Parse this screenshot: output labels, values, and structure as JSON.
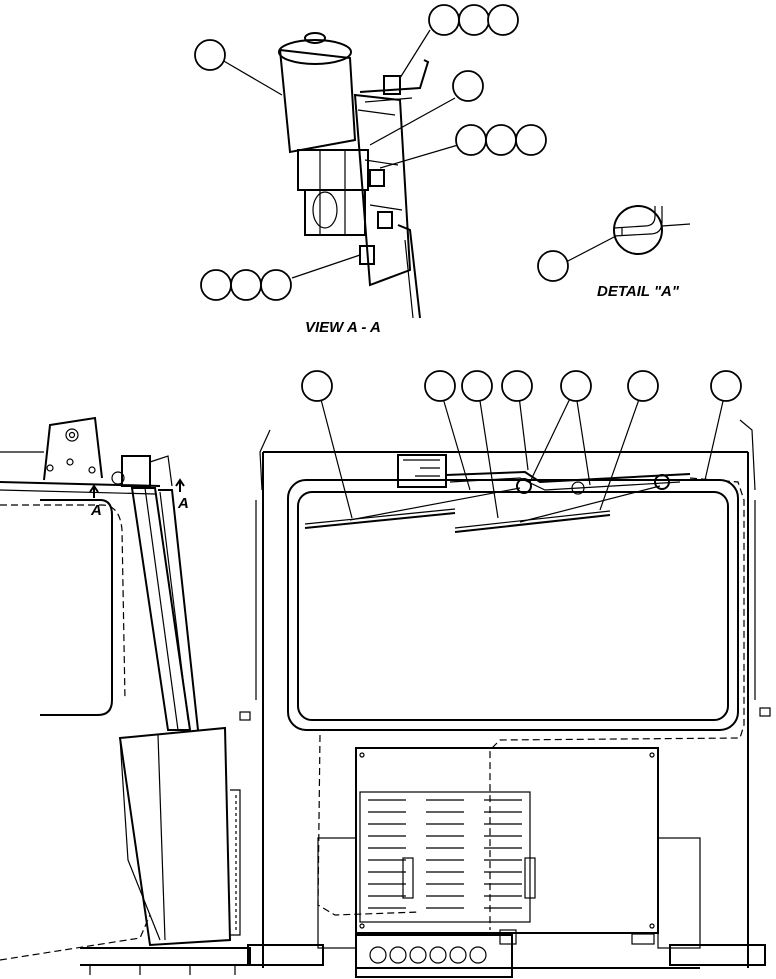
{
  "labels": {
    "view_aa": "VIEW A - A",
    "detail_a": "DETAIL \"A\"",
    "section_mark_1": "A",
    "section_mark_2": "A"
  }
}
